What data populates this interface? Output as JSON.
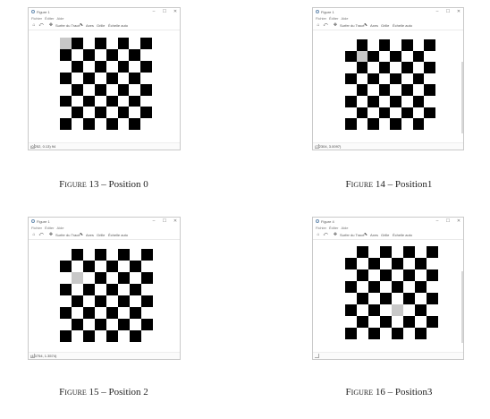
{
  "figures": [
    {
      "window": {
        "title": "Figure 1",
        "controls": {
          "minimize": "–",
          "maximize": "☐",
          "close": "✕"
        },
        "menu": [
          "Fichier",
          "Éditer",
          "Aide"
        ],
        "toolbar": {
          "home_icon": "home-icon",
          "zoom_icon": "zoom-icon",
          "pan_icon": "move-icon",
          "select_icon": "cursor-icon",
          "button_1": "Surfer du Tracé",
          "button_2": "Axes",
          "button_3": "Grille",
          "button_4": "Échelle auto"
        },
        "status": "(0.252, 0.13)  94"
      },
      "board": {
        "size": 8,
        "highlight": [
          0,
          0
        ]
      },
      "caption": {
        "label": "Figure 13",
        "sep": "–",
        "text": "Position 0"
      }
    },
    {
      "window": {
        "title": "Figure 1",
        "controls": {
          "minimize": "–",
          "maximize": "☐",
          "close": "✕"
        },
        "menu": [
          "Fichier",
          "Éditer",
          "Aide"
        ],
        "toolbar": {
          "home_icon": "home-icon",
          "zoom_icon": "zoom-icon",
          "pan_icon": "move-icon",
          "select_icon": "cursor-icon",
          "button_1": "Surfer du Tracé",
          "button_2": "Axes",
          "button_3": "Grille",
          "button_4": "Échelle auto"
        },
        "status": "(7.2304, 3.0097)"
      },
      "board": {
        "size": 8,
        "highlight": [
          1,
          1
        ]
      },
      "caption": {
        "label": "Figure 14",
        "sep": "–",
        "text": "Position1"
      }
    },
    {
      "window": {
        "title": "Figure 1",
        "controls": {
          "minimize": "–",
          "maximize": "☐",
          "close": "✕"
        },
        "menu": [
          "Fichier",
          "Éditer",
          "Aide"
        ],
        "toolbar": {
          "home_icon": "home-icon",
          "zoom_icon": "zoom-icon",
          "pan_icon": "move-icon",
          "select_icon": "cursor-icon",
          "button_1": "Surfer du Tracé",
          "button_2": "Axes",
          "button_3": "Grille",
          "button_4": "Échelle auto"
        },
        "status": "(4.0754, 1.3574)"
      },
      "board": {
        "size": 8,
        "highlight": [
          2,
          1
        ]
      },
      "caption": {
        "label": "Figure 15",
        "sep": "–",
        "text": "Position 2"
      }
    },
    {
      "window": {
        "title": "Figure 4",
        "controls": {
          "minimize": "–",
          "maximize": "☐",
          "close": "✕"
        },
        "menu": [
          "Fichier",
          "Éditer",
          "Aide"
        ],
        "toolbar": {
          "home_icon": "home-icon",
          "zoom_icon": "zoom-icon",
          "pan_icon": "move-icon",
          "select_icon": "cursor-icon",
          "button_1": "Surfer du Tracé",
          "button_2": "Axes",
          "button_3": "Grille",
          "button_4": "Échelle auto"
        },
        "status": ""
      },
      "board": {
        "size": 8,
        "highlight": [
          5,
          4
        ]
      },
      "caption": {
        "label": "Figure 16",
        "sep": "–",
        "text": "Position3"
      }
    }
  ],
  "colors": {
    "dark": "#000000",
    "light": "#ffffff",
    "highlight": "#c8c8c8"
  }
}
